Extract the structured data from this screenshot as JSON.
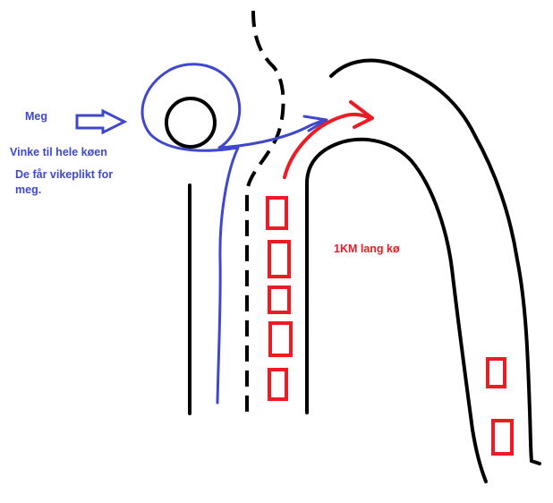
{
  "labels": {
    "me": "Meg",
    "wave": "Vinke til hele køen",
    "right_of_way_line1": "De får vikeplikt for",
    "right_of_way_line2": "meg.",
    "queue": "1KM lang kø"
  },
  "colors": {
    "me": "#3f48cc",
    "queue": "#ed1c24",
    "road": "#000000",
    "background": "#ffffff"
  },
  "icons": {
    "me_arrow": "outlined-right-arrow",
    "queue_arrow": "curved-arrow"
  },
  "queue_cars": 7
}
